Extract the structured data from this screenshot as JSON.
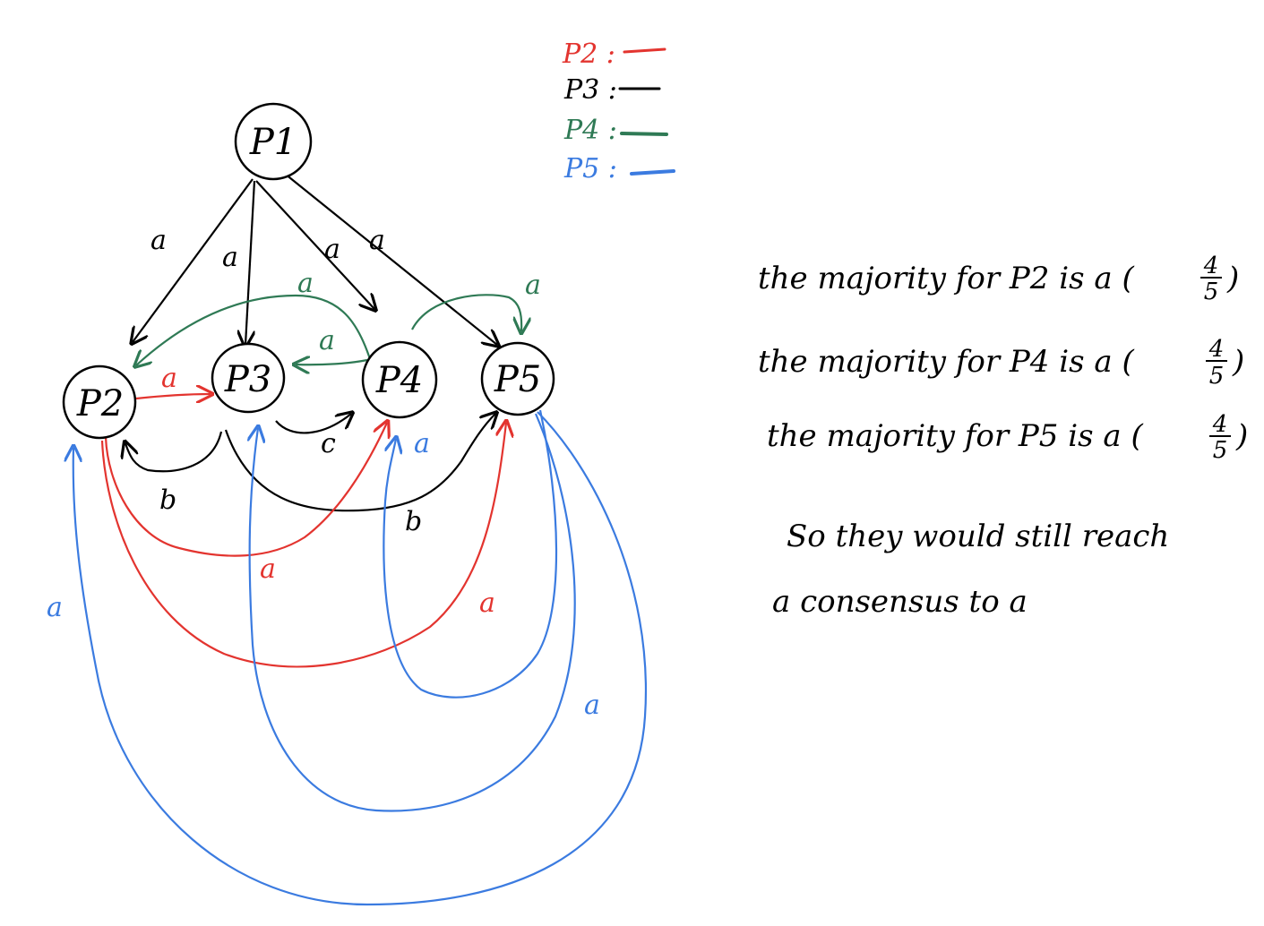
{
  "colors": {
    "p2": "#e3342f",
    "p3": "#000000",
    "p4": "#2f7a55",
    "p5": "#3b7be0"
  },
  "legend": [
    {
      "label": "P2 :",
      "color_key": "p2"
    },
    {
      "label": "P3 :",
      "color_key": "p3"
    },
    {
      "label": "P4 :",
      "color_key": "p4"
    },
    {
      "label": "P5 :",
      "color_key": "p5"
    }
  ],
  "nodes": {
    "p1": "P1",
    "p2": "P2",
    "p3": "P3",
    "p4": "P4",
    "p5": "P5"
  },
  "edge_labels": {
    "p1_p2": "a",
    "p1_p3": "a",
    "p1_p4": "a",
    "p1_p5": "a",
    "p4_p2": "a",
    "p4_p3": "a",
    "p4_p5": "a",
    "p2_p3": "a",
    "p3_p2": "b",
    "p3_p4": "c",
    "p3_p5": "b",
    "p2_p4": "a",
    "p2_p5": "a",
    "p5_p2": "a",
    "p5_p3": "a",
    "p5_p4": "a"
  },
  "notes": {
    "line1_text": "the majority for P2 is a (",
    "line1_frac_num": "4",
    "line1_frac_den": "5",
    "line2_text": "the majority for P4 is a (",
    "line2_frac_num": "4",
    "line2_frac_den": "5",
    "line3_text": "the majority for P5 is a (",
    "line3_frac_num": "4",
    "line3_frac_den": "5",
    "close_paren": ")",
    "conclusion_1": "So they would still reach",
    "conclusion_2": "a consensus to a"
  }
}
